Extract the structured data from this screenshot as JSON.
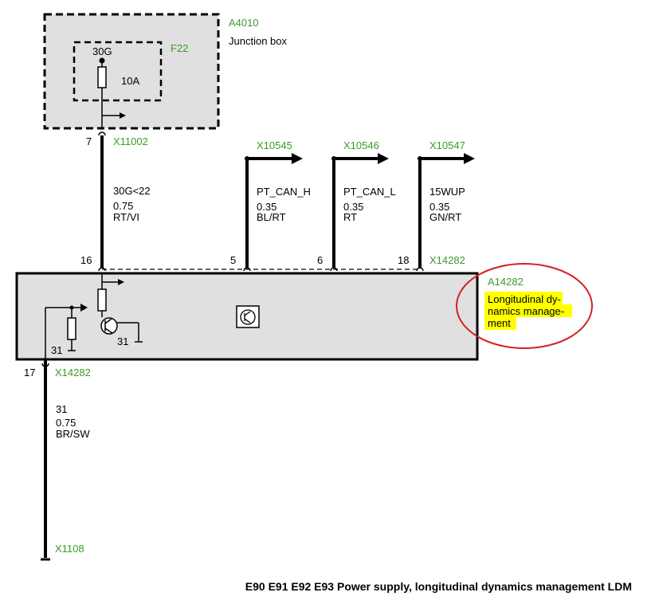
{
  "junction_box": {
    "id": "A4010",
    "name": "Junction box",
    "fuse_id": "F22",
    "fuse_terminal": "30G",
    "fuse_rating": "10A"
  },
  "main_wire": {
    "pin": "7",
    "connector": "X11002",
    "signal": "30G<22",
    "gauge": "0.75",
    "color": "RT/VI"
  },
  "branches": [
    {
      "connector": "X10545",
      "signal": "PT_CAN_H",
      "gauge": "0.35",
      "color": "BL/RT",
      "pin": "5"
    },
    {
      "connector": "X10546",
      "signal": "PT_CAN_L",
      "gauge": "0.35",
      "color": "RT",
      "pin": "6"
    },
    {
      "connector": "X10547",
      "signal": "15WUP",
      "gauge": "0.35",
      "color": "GN/RT",
      "pin": "18"
    }
  ],
  "module": {
    "pin_top": "16",
    "connector_top": "X14282",
    "id": "A14282",
    "name_lines": [
      "Longitudinal dy-",
      "namics manage-",
      "ment"
    ],
    "ground_left": "31",
    "ground_right": "31"
  },
  "ground_wire": {
    "pin": "17",
    "connector": "X14282",
    "signal": "31",
    "gauge": "0.75",
    "color": "BR/SW",
    "end_connector": "X1108"
  },
  "footer_title": "E90 E91 E92 E93 Power supply, longitudinal dynamics management LDM",
  "colors": {
    "label_green": "#3c9a2a",
    "box_fill": "#e0e0e0",
    "highlight": "#ffff00",
    "circle": "#d42020"
  }
}
